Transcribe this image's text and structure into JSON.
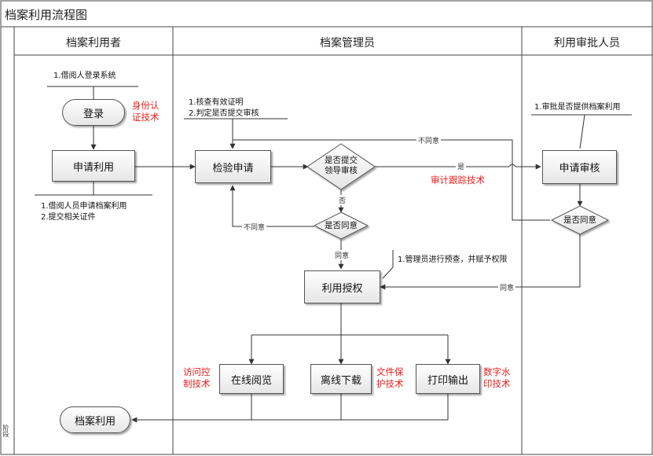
{
  "title": "档案利用流程图",
  "lanes": {
    "user": "档案利用者",
    "admin": "档案管理员",
    "approver": "利用审批人员"
  },
  "side_label": "阶段",
  "nodes": {
    "login": "登录",
    "apply": "申请利用",
    "verify": "检验申请",
    "submit_decision": "是否提交领导审核",
    "agree_decision": "是否同意",
    "authorize": "利用授权",
    "review": "申请审核",
    "approve_decision": "是否同意",
    "online": "在线阅览",
    "download": "离线下载",
    "print": "打印输出",
    "end": "档案利用"
  },
  "notes": {
    "login_note": "1.借阅人登录系统",
    "apply_note_1": "1.借阅人员申请档案利用",
    "apply_note_2": "2.提交相关证件",
    "verify_note_1": "1.核查有效证明",
    "verify_note_2": "2.判定是否提交审核",
    "review_note": "1.审批是否提供档案利用",
    "auth_note": "1.管理员进行预查，并赋予权限"
  },
  "tech": {
    "identity": "身份认证技术",
    "audit": "审计跟踪技术",
    "access": "访问控制技术",
    "file_protect": "文件保护技术",
    "watermark": "数字水印技术"
  },
  "edges": {
    "disagree_top": "不同意",
    "yes": "是",
    "no": "否",
    "disagree_left": "不同意",
    "agree": "同意",
    "agree_right": "同意"
  }
}
